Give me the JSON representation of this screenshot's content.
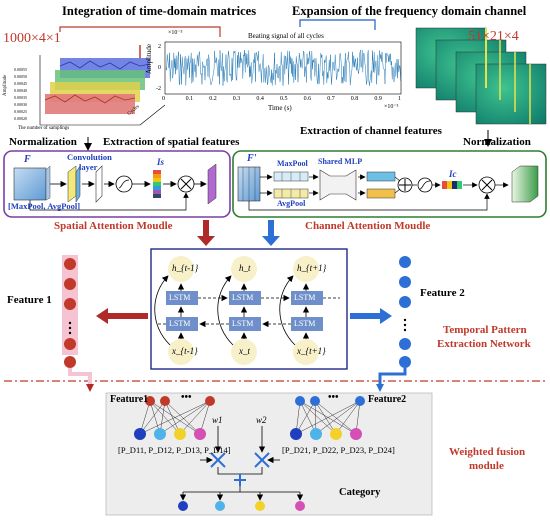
{
  "top": {
    "time_title": "Integration of time-domain matrices",
    "freq_title": "Expansion of the frequency domain channel",
    "time_dim": "1000×4×1",
    "freq_dim": "51×21×4",
    "plot_title": "Beating signal of all cycles",
    "plot_ylabel": "Amplitude",
    "plot_xlabel": "Time (s)",
    "plot_yexp": "×10⁻⁵",
    "plot_xexp": "×10⁻³",
    "plot_xticks": [
      "0",
      "0.1",
      "0.2",
      "0.3",
      "0.4",
      "0.5",
      "0.6",
      "0.7",
      "0.8",
      "0.9",
      "1"
    ],
    "plot_yticks": [
      "2",
      "0",
      "-2"
    ],
    "stack_ylabel": "Amplitude",
    "stack_xlabel": "The number of samplings",
    "stack_zlabel": "Cycles",
    "stack_yticks": [
      "0.00055",
      "0.00050",
      "0.00045",
      "0.00040",
      "0.00035",
      "0.00030",
      "0.00025",
      "0.00020"
    ]
  },
  "spatial": {
    "normalization": "Normalization",
    "extraction": "Extraction of spatial features",
    "F": "F",
    "conv": "Convolution",
    "layer": "layer",
    "pool": "[MaxPool, AvgPool]",
    "Is": "Is",
    "title": "Spatial Attention Moudle"
  },
  "channel": {
    "extraction": "Extraction of channel features",
    "normalization": "Normalization",
    "F": "F'",
    "maxpool": "MaxPool",
    "mlp": "Shared MLP",
    "avgpool": "AvgPool",
    "Ic": "Ic",
    "title": "Channel Attention Moudle"
  },
  "temporal": {
    "h_labels": [
      "h_{t-1}",
      "h_t",
      "h_{t+1}"
    ],
    "x_labels": [
      "x_{t-1}",
      "x_t",
      "x_{t+1}"
    ],
    "cell": "LSTM",
    "feature1": "Feature 1",
    "feature2": "Feature 2",
    "net_line1": "Temporal Pattern",
    "net_line2": "Extraction Network"
  },
  "fusion": {
    "feature1": "Feature1",
    "feature2": "Feature2",
    "ellipsis": "•••",
    "w1": "w1",
    "w2": "w2",
    "p1": "[P_D11, P_D12, P_D13, P_D14]",
    "p2": "[P_D21, P_D22, P_D23, P_D24]",
    "category": "Category",
    "title_line1": "Weighted fusion",
    "title_line2": "module"
  },
  "colors": {
    "red": "#c0392b",
    "blue": "#2e6fd6",
    "purple": "#7a3fa6",
    "green": "#2f7d32",
    "lstm": "#6e8fc9",
    "hnode": "#f7f0c8",
    "magenta": "#d64fb4",
    "yellow": "#f2d22a"
  }
}
